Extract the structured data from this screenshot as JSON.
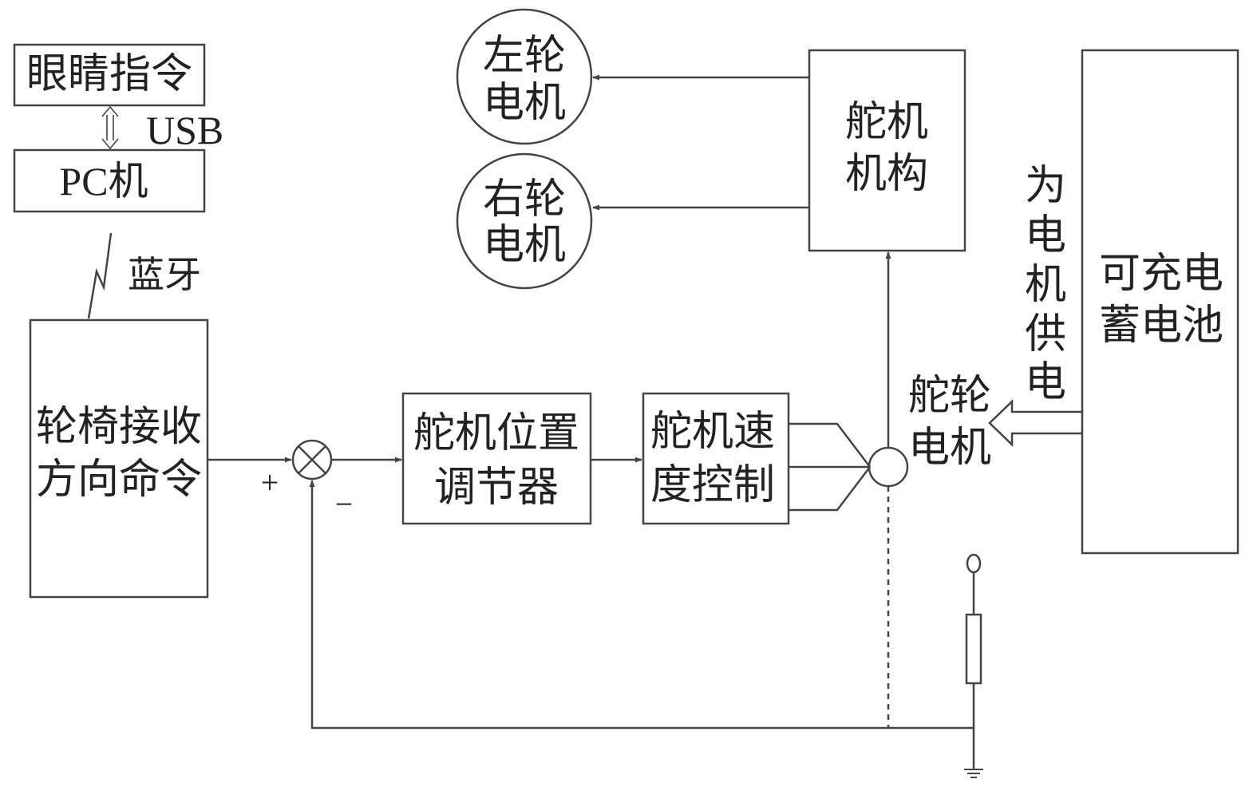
{
  "blocks": {
    "eye_command": "眼睛指令",
    "pc": "PC机",
    "receiver": [
      "轮椅接收",
      "方向命令"
    ],
    "position_regulator": [
      "舵机位置",
      "调节器"
    ],
    "speed_control": [
      "舵机速",
      "度控制"
    ],
    "servo_mechanism": [
      "舵机",
      "机构"
    ],
    "battery": [
      "可充电",
      "蓄电池"
    ]
  },
  "motors": {
    "left": [
      "左轮",
      "电机"
    ],
    "right": [
      "右轮",
      "电机"
    ],
    "servo_wheel": [
      "舵轮",
      "电机"
    ]
  },
  "links": {
    "usb": "USB",
    "bluetooth": "蓝牙",
    "power_supply": [
      "为",
      "电",
      "机",
      "供",
      "电"
    ]
  },
  "summing_junction": {
    "plus": "+",
    "minus": "−"
  },
  "colors": {
    "line": "#444444",
    "text": "#222222",
    "background": "#ffffff"
  }
}
